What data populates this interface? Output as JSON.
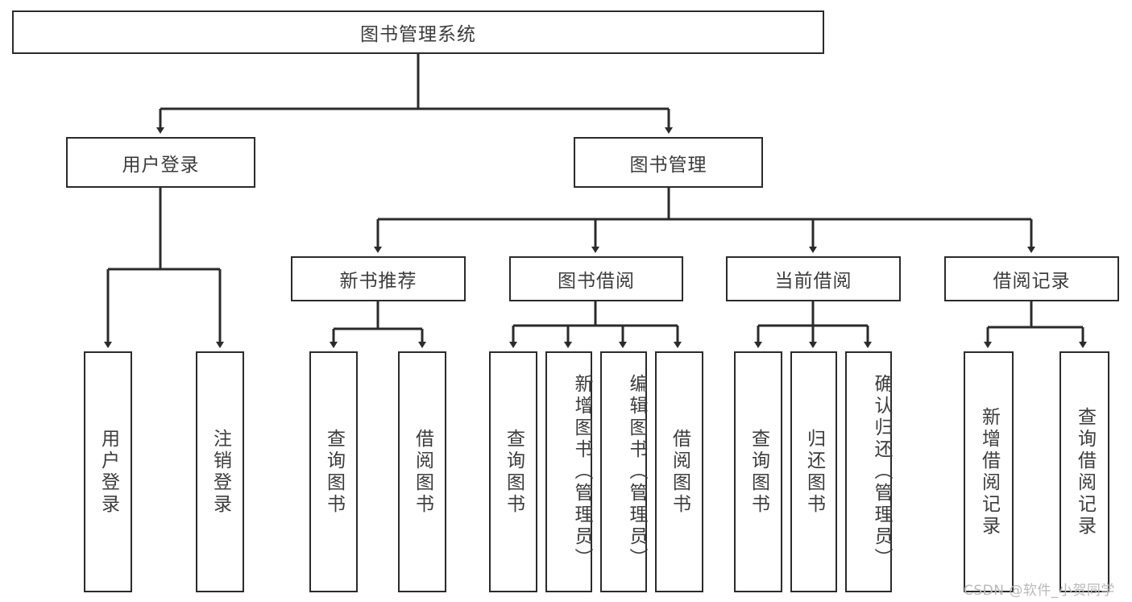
{
  "diagram": {
    "type": "hierarchy-tree",
    "title": "图书管理系统",
    "watermark": "CSDN @软件_小贺同学",
    "colors": {
      "box_border": "#2b2b2b",
      "box_fill": "#ffffff",
      "text": "#3c3c3c",
      "connector": "#2b2b2b",
      "watermark": "#b9b9b9"
    },
    "root": {
      "label": "图书管理系统"
    },
    "level2": [
      {
        "label": "用户登录"
      },
      {
        "label": "图书管理"
      }
    ],
    "level3": [
      {
        "label": "新书推荐"
      },
      {
        "label": "图书借阅"
      },
      {
        "label": "当前借阅"
      },
      {
        "label": "借阅记录"
      }
    ],
    "leaves": {
      "user_login": [
        {
          "label": "用户登录"
        },
        {
          "label": "注销登录"
        }
      ],
      "new_book_recommend": [
        {
          "label": "查询图书"
        },
        {
          "label": "借阅图书"
        }
      ],
      "book_borrow": [
        {
          "label": "查询图书"
        },
        {
          "label": "新增图书（管理员）"
        },
        {
          "label": "编辑图书（管理员）"
        },
        {
          "label": "借阅图书"
        }
      ],
      "current_borrow": [
        {
          "label": "查询图书"
        },
        {
          "label": "归还图书"
        },
        {
          "label": "确认归还（管理员）"
        }
      ],
      "borrow_record": [
        {
          "label": "新增借阅记录"
        },
        {
          "label": "查询借阅记录"
        }
      ]
    }
  }
}
